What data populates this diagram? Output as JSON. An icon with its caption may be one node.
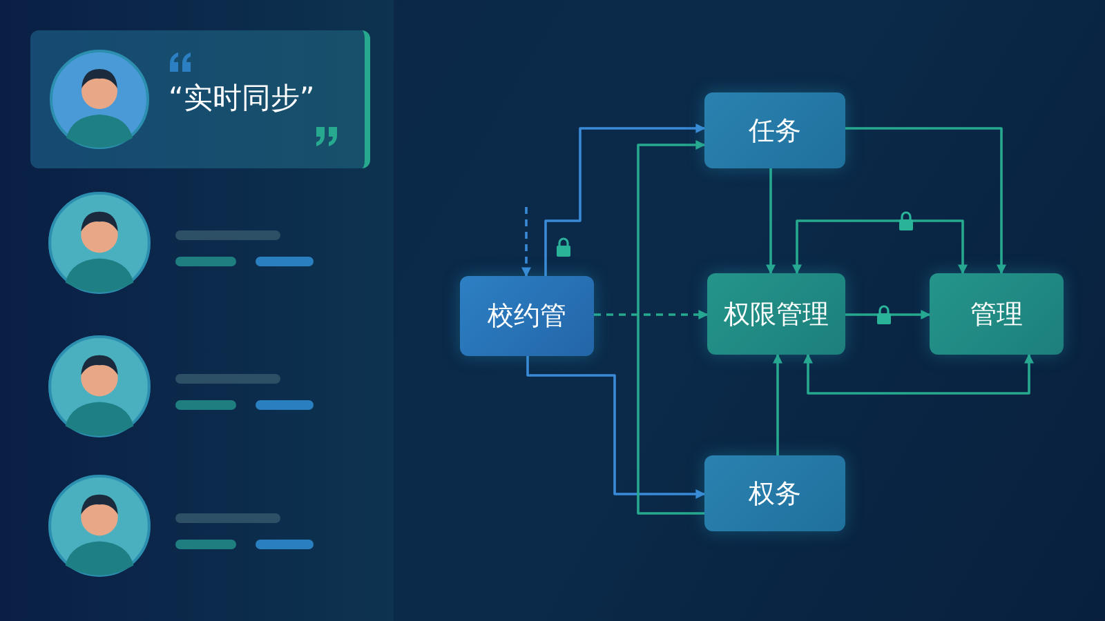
{
  "diagram": {
    "nodes": [
      {
        "text": [
          "“实时同步”"
        ]
      },
      {
        "text": [
          "校约管"
        ]
      },
      {
        "text": [
          "任务"
        ]
      },
      {
        "text": [
          "权限管理"
        ]
      },
      {
        "text": [
          "管理"
        ]
      },
      {
        "text": [
          "权务"
        ]
      }
    ],
    "edges": [
      {
        "from": 1,
        "to": 2,
        "arrow": "to",
        "color": "#3a8ad8"
      },
      {
        "from": 1,
        "to": 3,
        "arrow": "to",
        "style": "dashed"
      },
      {
        "from": 1,
        "to": 5,
        "arrow": "to",
        "color": "#3a8ad8"
      },
      {
        "from": 2,
        "to": 3,
        "arrow": "to"
      },
      {
        "from": 2,
        "to": 4,
        "arrow": "to"
      },
      {
        "from": 3,
        "to": 4,
        "arrow": "to"
      },
      {
        "from": 5,
        "to": 3,
        "arrow": "to"
      },
      {
        "from": 3,
        "to": 4,
        "arrow": "both"
      },
      {
        "from": 5,
        "to": 2,
        "arrow": "to"
      },
      {
        "from": 3,
        "to": 4,
        "arrow": "both"
      },
      {
        "from": null,
        "to": 1,
        "arrow": "to",
        "style": "dashed",
        "color": "#3a8ad8"
      }
    ]
  }
}
